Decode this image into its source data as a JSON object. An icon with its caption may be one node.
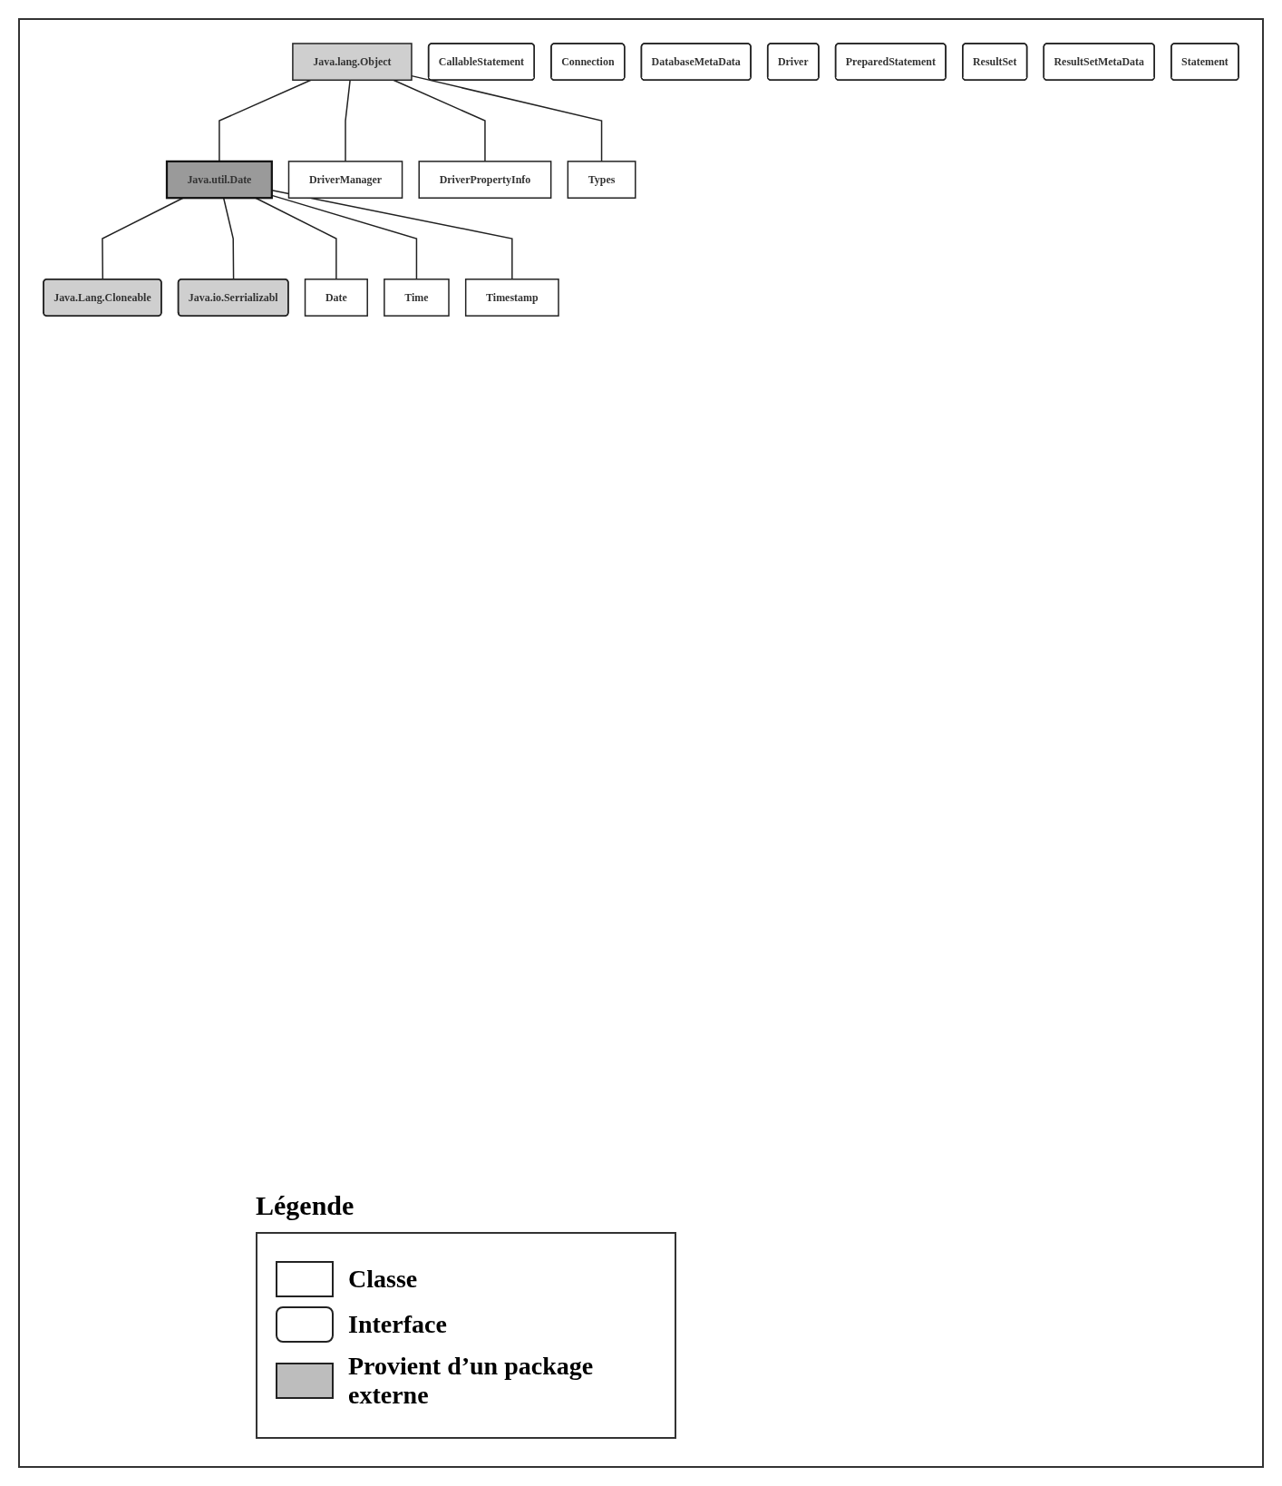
{
  "diagram": {
    "nodes": [
      {
        "text": [
          "Java.lang.Object"
        ]
      },
      {
        "text": [
          "Java.util.Date"
        ]
      },
      {
        "text": [
          "Java.Lang.Cloneable"
        ]
      },
      {
        "text": [
          "Java.io.Serrializabl"
        ]
      },
      {
        "text": [
          "Date"
        ]
      },
      {
        "text": [
          "Time"
        ]
      },
      {
        "text": [
          "Timestamp"
        ]
      },
      {
        "text": [
          "DriverManager"
        ]
      },
      {
        "text": [
          "DriverPropertyInfo"
        ]
      },
      {
        "text": [
          "Types"
        ]
      },
      {
        "text": [
          "CallableStatement"
        ]
      },
      {
        "text": [
          "Connection"
        ]
      },
      {
        "text": [
          "DatabaseMetaData"
        ]
      },
      {
        "text": [
          "Driver"
        ]
      },
      {
        "text": [
          "PreparedStatement"
        ]
      },
      {
        "text": [
          "ResultSet"
        ]
      },
      {
        "text": [
          "ResultSetMetaData"
        ]
      },
      {
        "text": [
          "Statement"
        ]
      }
    ],
    "edges": [
      {
        "from": 0,
        "to": 1,
        "arrow": "none"
      },
      {
        "from": 1,
        "to": 2,
        "arrow": "none"
      },
      {
        "from": 1,
        "to": 3,
        "arrow": "none"
      },
      {
        "from": 1,
        "to": 4,
        "arrow": "none"
      },
      {
        "from": 1,
        "to": 5,
        "arrow": "none"
      },
      {
        "from": 1,
        "to": 6,
        "arrow": "none"
      },
      {
        "from": 0,
        "to": 7,
        "arrow": "none"
      },
      {
        "from": 0,
        "to": 8,
        "arrow": "none"
      },
      {
        "from": 0,
        "to": 9,
        "arrow": "none"
      }
    ],
    "labels": [
      "Légende"
    ],
    "legend": [
      {
        "text": "Classe"
      },
      {
        "text": "Interface"
      },
      {
        "text": "Provient d’un package externe",
        "color": "#bdbdbd"
      }
    ]
  }
}
